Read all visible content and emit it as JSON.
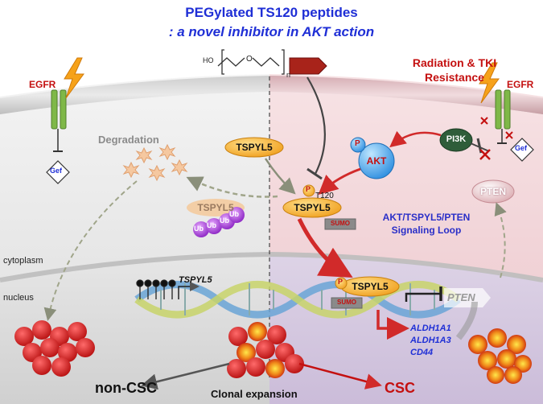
{
  "title": {
    "line1": "PEGylated TS120 peptides",
    "line2": ": a novel  inhibitor in AKT action"
  },
  "resistance": {
    "line1": "Radiation & TKI",
    "line2": "Resistance"
  },
  "receptor": {
    "left": "EGFR",
    "right": "EGFR",
    "drug": "Gef"
  },
  "peg_formula": {
    "ho": "HO",
    "o": "O",
    "n": "n"
  },
  "labels": {
    "degradation": "Degradation",
    "cytoplasm": "cytoplasm",
    "nucleus": "nucleus",
    "tspyl5": "TSPYL5",
    "tspyl5_gene": "TSPYL5",
    "ub": "Ub",
    "p": "P",
    "t120": "T120",
    "sumo": "SUMO",
    "akt": "AKT",
    "pi3k": "PI3K",
    "pten": "PTEN",
    "pten_gene": "PTEN",
    "loop_line1": "AKT/TSPYL5/PTEN",
    "loop_line2": "Signaling Loop",
    "genes": [
      "ALDH1A1",
      "ALDH1A3",
      "CD44"
    ],
    "non_csc": "non-CSC",
    "csc": "CSC",
    "clonal": "Clonal expansion",
    "x_mark": "X"
  },
  "colors": {
    "title_blue": "#1f2fd6",
    "resistance_red": "#c41010",
    "tspyl5_orange": "#f5a623",
    "akt_blue": "#3fa9f5",
    "pi3k_green": "#2f5d3a",
    "ub_purple": "#a23fd6",
    "sumo_grey": "#8a8a8a",
    "cell_red": "#d81e1e"
  }
}
